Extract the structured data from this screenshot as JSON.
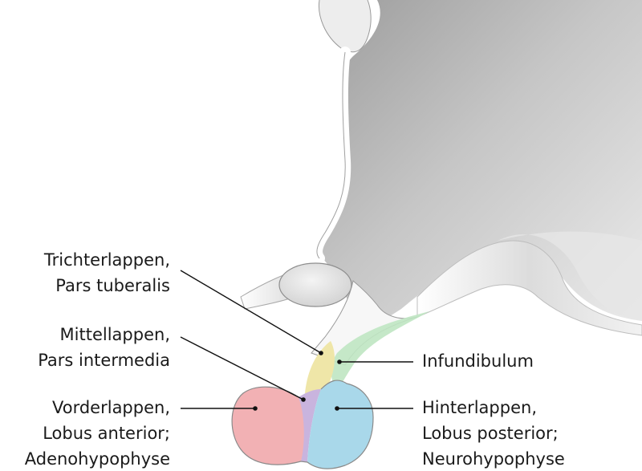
{
  "labels": {
    "trichterlappen": {
      "line1": "Trichterlappen,",
      "line2": "Pars tuberalis"
    },
    "mittellappen": {
      "line1": "Mittellappen,",
      "line2": "Pars intermedia"
    },
    "vorderlappen": {
      "line1": "Vorderlappen,",
      "line2": "Lobus anterior;",
      "line3": "Adenohypophyse"
    },
    "infundibulum": {
      "line1": "Infundibulum"
    },
    "hinterlappen": {
      "line1": "Hinterlappen,",
      "line2": "Lobus posterior;",
      "line3": "Neurohypophyse"
    }
  },
  "colors": {
    "anterior_lobe": "#f2b1b4",
    "posterior_lobe": "#a9d8ea",
    "pars_tuberalis": "#efe6a8",
    "pars_intermedia": "#c9b4de",
    "infundibulum": "#bfe6c2",
    "brain_tissue": "#d4d4d4",
    "ventricle_outline": "#ffffff"
  }
}
